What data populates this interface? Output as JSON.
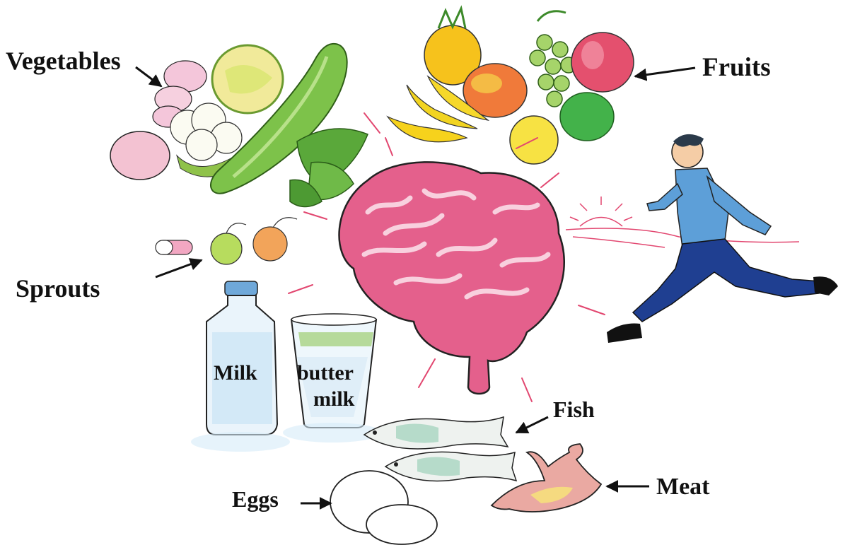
{
  "labels": {
    "vegetables": "Vegetables",
    "fruits": "Fruits",
    "sprouts": "Sprouts",
    "milk": "Milk",
    "buttermilk_line1": "butter",
    "buttermilk_line2": "milk",
    "fish": "Fish",
    "eggs": "Eggs",
    "meat": "Meat"
  },
  "colors": {
    "brain": "#e4608c",
    "brain_highlight": "#f4c4d6",
    "ray_lines": "#e24770",
    "outline": "#1a1a1a",
    "vegetable_green": "#5aa83a",
    "fruit_yellow": "#f2d21c",
    "milk_blue": "#8fc3e6",
    "shirt_blue": "#5d9fd8",
    "trousers_navy": "#1f3f91",
    "meat_pink": "#eaa9a2",
    "meat_yellow": "#f7e37a"
  }
}
